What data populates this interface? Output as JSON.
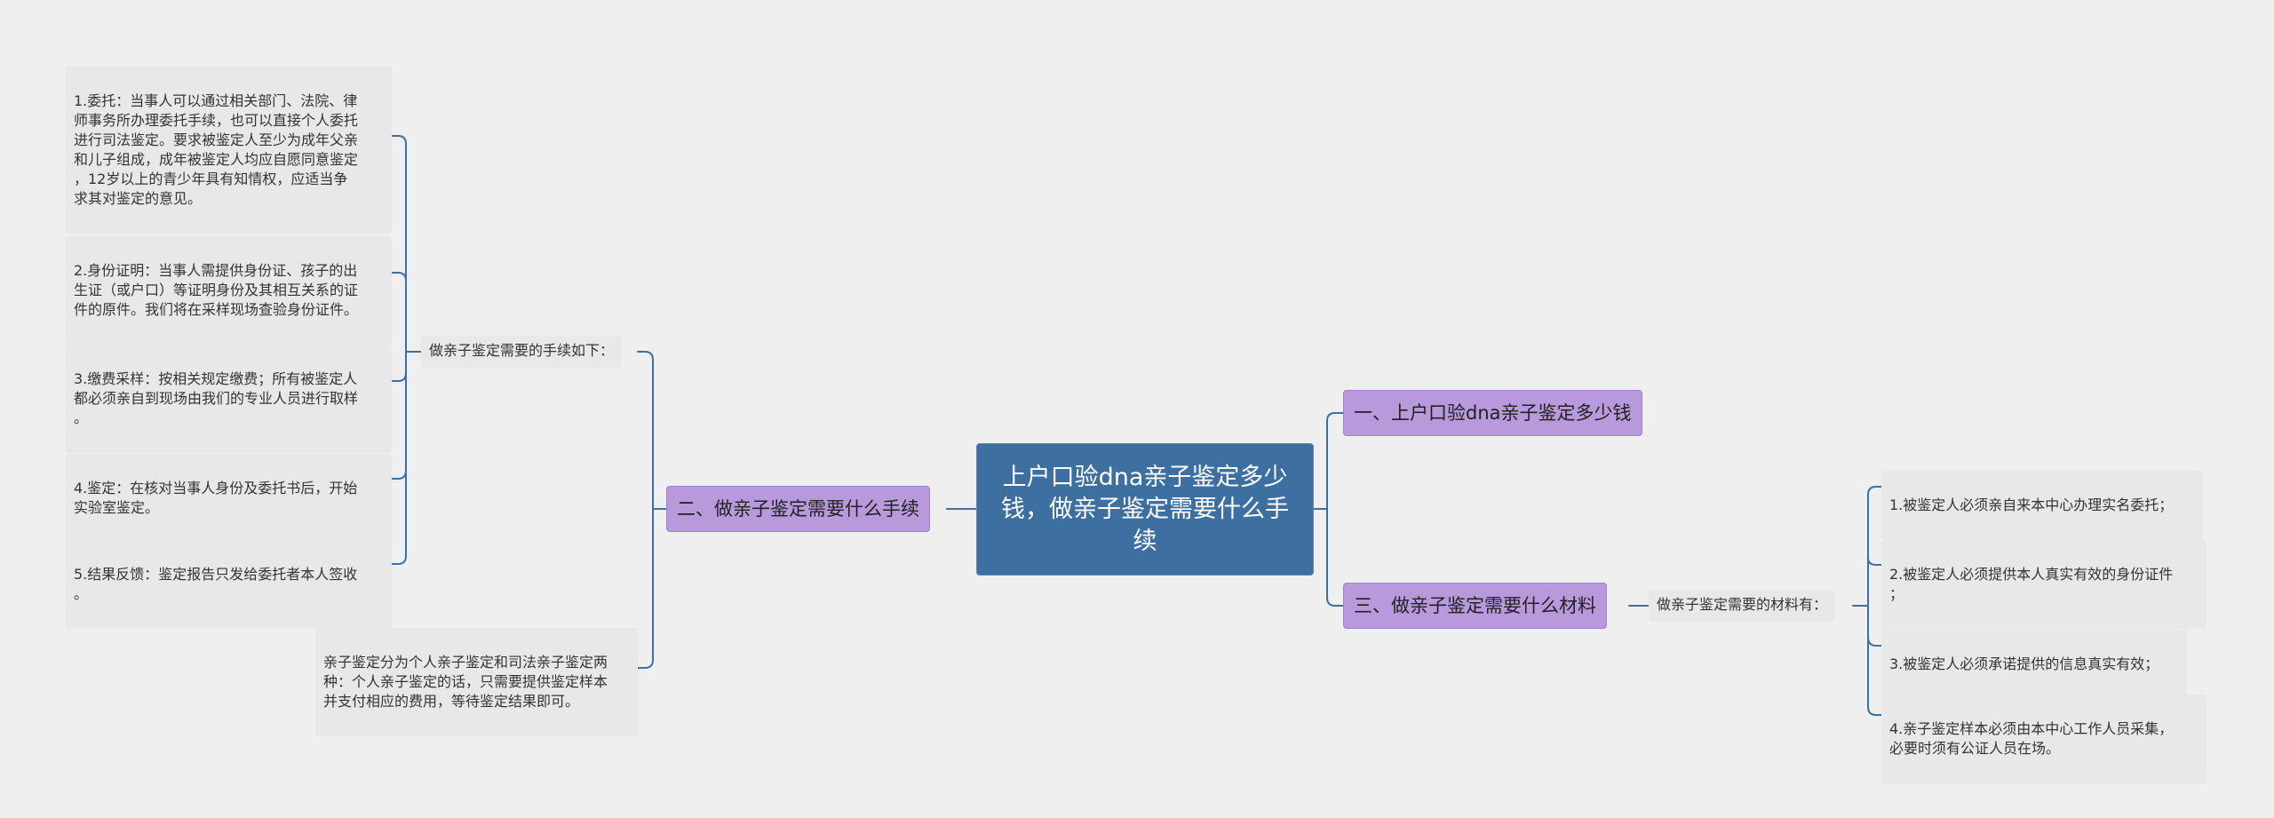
{
  "colors": {
    "background": "#efefef",
    "root_fill": "#3d6fa1",
    "branch_fill": "#b799dc",
    "leaf_fill": "#e8e8e8",
    "connector": "#3d6fa1"
  },
  "root": {
    "text": "上户口验dna亲子鉴定多少钱，做亲子鉴定需要什么手续"
  },
  "right": {
    "branch1": {
      "label": "一、上户口验dna亲子鉴定多少钱"
    },
    "branch3": {
      "label": "三、做亲子鉴定需要什么材料",
      "sub": "做亲子鉴定需要的材料有：",
      "items": [
        "1.被鉴定人必须亲自来本中心办理实名委托；",
        "2.被鉴定人必须提供本人真实有效的身份证件\n；",
        "3.被鉴定人必须承诺提供的信息真实有效；",
        "4.亲子鉴定样本必须由本中心工作人员采集，\n必要时须有公证人员在场。"
      ]
    }
  },
  "left": {
    "branch2": {
      "label": "二、做亲子鉴定需要什么手续",
      "sub": "做亲子鉴定需要的手续如下：",
      "steps": [
        "1.委托：当事人可以通过相关部门、法院、律\n师事务所办理委托手续，也可以直接个人委托\n进行司法鉴定。要求被鉴定人至少为成年父亲\n和儿子组成，成年被鉴定人均应自愿同意鉴定\n，12岁以上的青少年具有知情权，应适当争\n求其对鉴定的意见。",
        "2.身份证明：当事人需提供身份证、孩子的出\n生证（或户口）等证明身份及其相互关系的证\n件的原件。我们将在采样现场查验身份证件。",
        "3.缴费采样：按相关规定缴费；所有被鉴定人\n都必须亲自到现场由我们的专业人员进行取样\n。",
        "4.鉴定：在核对当事人身份及委托书后，开始\n实验室鉴定。",
        "5.结果反馈：鉴定报告只发给委托者本人签收\n。"
      ],
      "note": "亲子鉴定分为个人亲子鉴定和司法亲子鉴定两\n种：个人亲子鉴定的话，只需要提供鉴定样本\n并支付相应的费用，等待鉴定结果即可。"
    }
  }
}
